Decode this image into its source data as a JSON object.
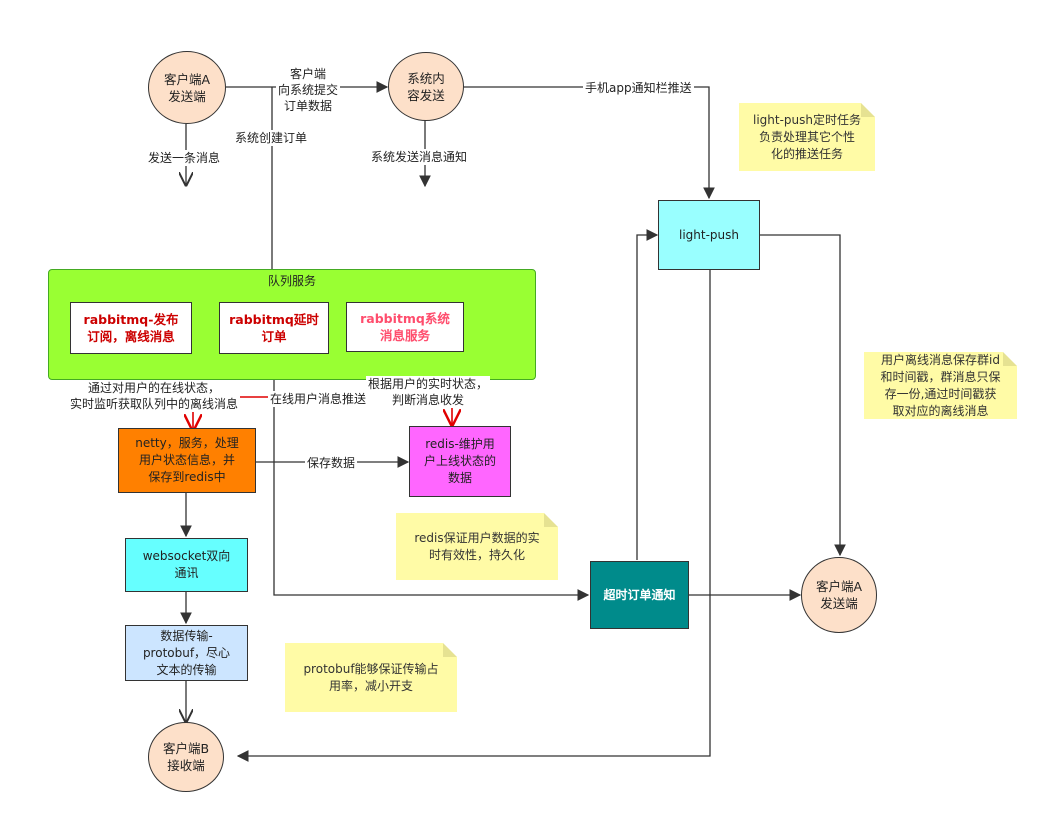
{
  "colors": {
    "client": "#fde0c9",
    "queue": "#99ff33",
    "netty": "#ff8000",
    "websocket": "#66ffff",
    "protobuf": "#cce5ff",
    "redis": "#ff66ff",
    "lightpush": "#99ffff",
    "timeout": "#008b8b",
    "note": "#fffba6",
    "red_text": "#cc0000",
    "pink_text": "#ff4d6d"
  },
  "nodes": {
    "client_a_top": "客户端A\n发送端",
    "system_send": "系统内\n容发送",
    "queue_group_title": "队列服务",
    "rabbit_pubsub": "rabbitmq-发布\n订阅，离线消息",
    "rabbit_delay": "rabbitmq延时\n订单",
    "rabbit_system": "rabbitmq系统\n消息服务",
    "netty": "netty，服务，处理\n用户状态信息，并\n保存到redis中",
    "websocket": "websocket双向\n通讯",
    "protobuf_transfer": "数据传输-\nprotobuf，尽心\n文本的传输",
    "client_b": "客户端B\n接收端",
    "redis_status": "redis-维护用\n户上线状态的\n数据",
    "light_push": "light-push",
    "timeout_order": "超时订单通知",
    "client_a_right": "客户端A\n发送端"
  },
  "edge_labels": {
    "submit_order": "客户端\n向系统提交\n订单数据",
    "create_order": "系统创建订单",
    "send_one": "发送一条消息",
    "system_notify": "系统发送消息通知",
    "phone_push": "手机app通知栏推送",
    "monitor_offline": "通过对用户的在线状态，\n实时监听获取队列中的离线消息",
    "online_push": "在线用户消息推送",
    "judge_status": "根据用户的实时状态，\n判断消息收发",
    "save_data": "保存数据"
  },
  "notes": {
    "lightpush_task": "light-push定时任务\n负责处理其它个性\n化的推送任务",
    "offline_group": "用户离线消息保存群id\n和时间戳，群消息只保\n存一份,通过时间戳获\n取对应的离线消息",
    "redis_persist": "redis保证用户数据的实\n时有效性，持久化",
    "protobuf_rate": "protobuf能够保证传输占\n用率，减小开支"
  }
}
